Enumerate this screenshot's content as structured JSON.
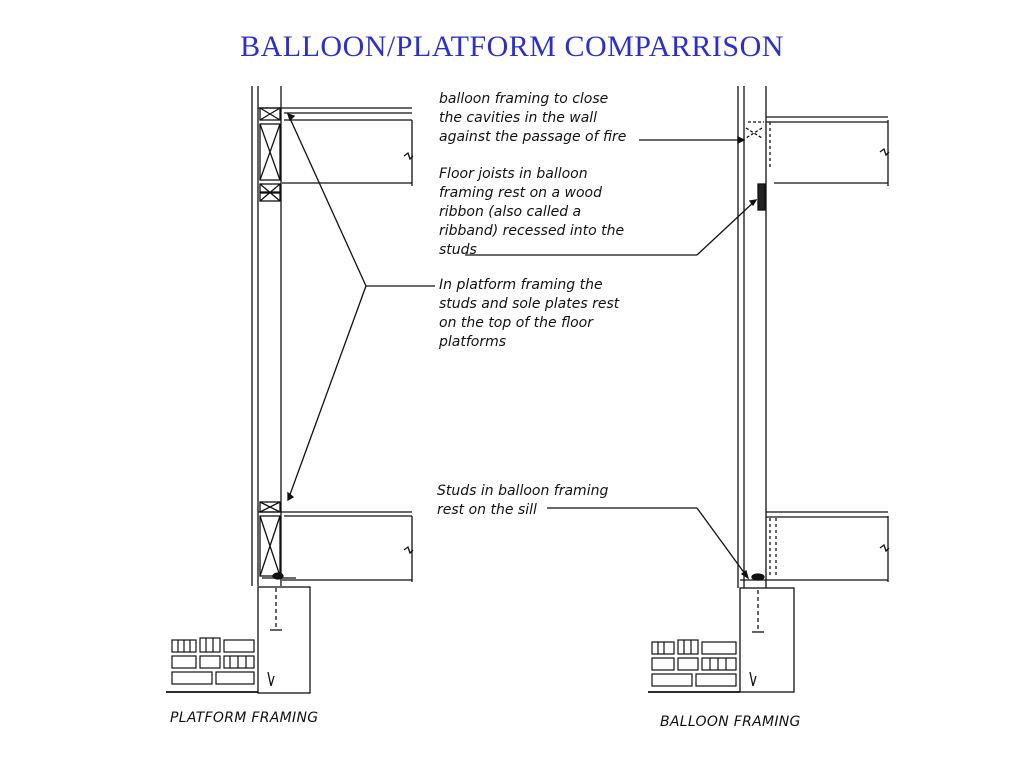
{
  "title": "BALLOON/PLATFORM  COMPARRISON",
  "notes": {
    "firestops": "balloon framing to close\nthe cavities in the wall\nagainst the passage of fire",
    "ribbon": "Floor joists in balloon\nframing rest on a wood\nribbon (also called a\nribband) recessed into the\nstuds",
    "platform": "In platform framing the\nstuds and sole plates rest\non the top of the floor\nplatforms",
    "sill": "Studs in balloon framing\nrest on the sill"
  },
  "captions": {
    "left": "PLATFORM FRAMING",
    "right": "BALLOON FRAMING"
  }
}
